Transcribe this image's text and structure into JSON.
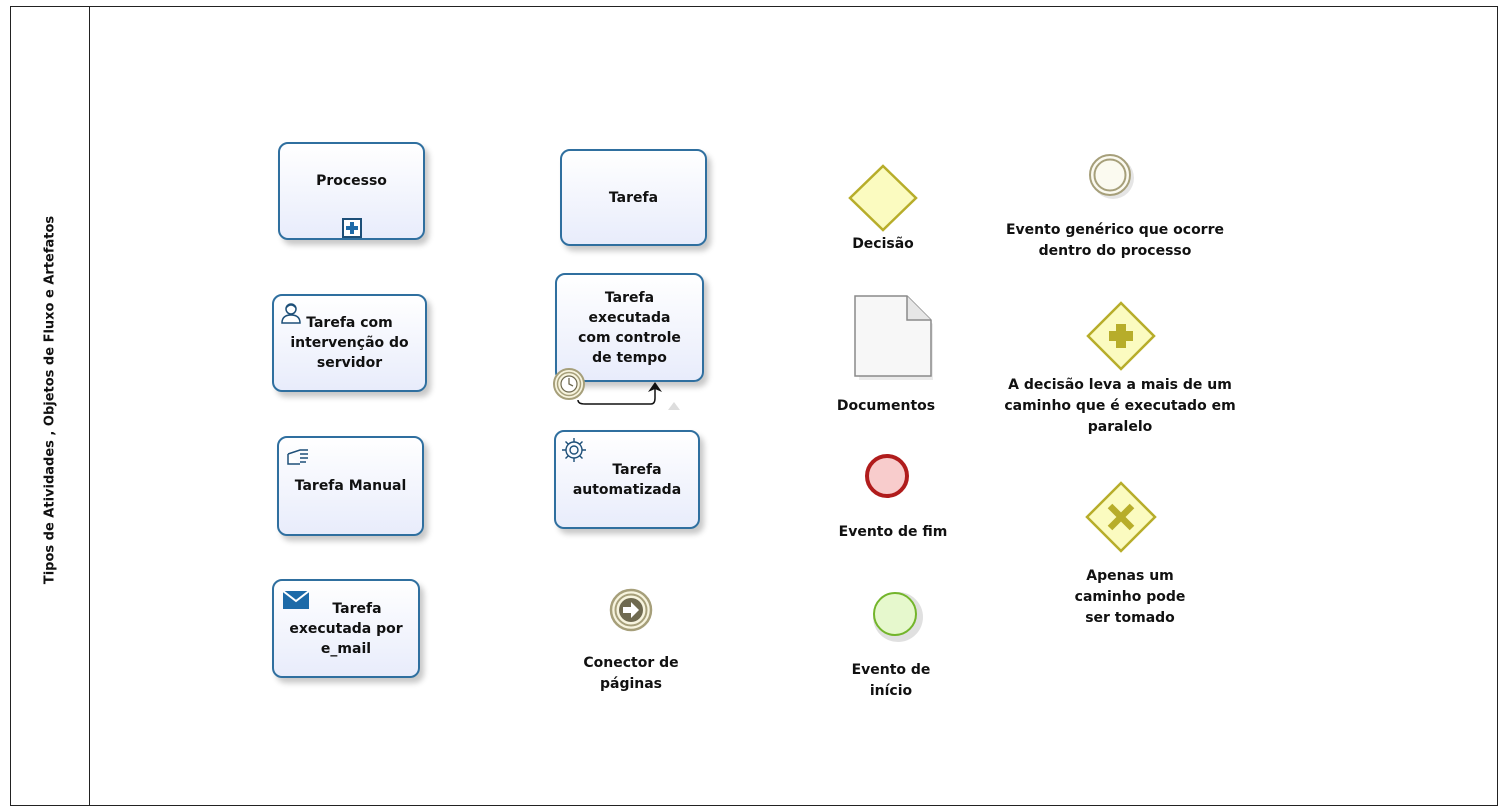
{
  "lane": {
    "title": "Tipos de Atividades , Objetos de Fluxo e Artefatos"
  },
  "tasks": {
    "processo": "Processo",
    "tarefa": "Tarefa",
    "servidor": [
      "Tarefa com",
      "intervenção do",
      "servidor"
    ],
    "tempo": [
      "Tarefa",
      "executada",
      "com controle",
      "de tempo"
    ],
    "manual": "Tarefa Manual",
    "automatizada": [
      "Tarefa",
      "automatizada"
    ],
    "email": [
      "Tarefa",
      "executada por",
      "e_mail"
    ]
  },
  "captions": {
    "decisao": "Decisão",
    "documentos": "Documentos",
    "evento_fim": "Evento de fim",
    "evento_inicio": [
      "Evento de",
      "início"
    ],
    "conector": [
      "Conector de",
      "páginas"
    ],
    "evento_generico": [
      "Evento genérico que ocorre",
      "dentro do processo"
    ],
    "paralelo": [
      "A decisão leva a mais de um",
      "caminho que é executado em",
      "paralelo"
    ],
    "exclusivo": [
      "Apenas um",
      "caminho pode",
      "ser tomado"
    ]
  },
  "colors": {
    "task_border": "#2f6f9f",
    "gateway_fill": "#fbfbc0",
    "gateway_stroke": "#b7ad2a",
    "end_event": "#b01c1c",
    "start_event": "#73b52b",
    "intermediate_event": "#a69f7a"
  },
  "icons": {
    "processo": "subprocess-plus-icon",
    "servidor": "user-icon",
    "tempo": "timer-icon",
    "manual": "hand-icon",
    "automatizada": "gear-icon",
    "email": "envelope-icon",
    "conector": "link-arrow-icon",
    "paralelo": "plus-icon",
    "exclusivo": "x-icon"
  }
}
